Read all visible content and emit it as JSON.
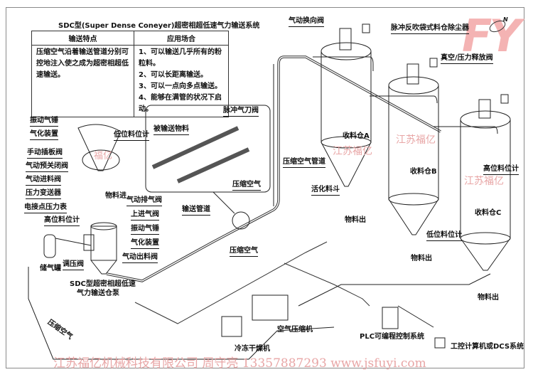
{
  "spec": {
    "title": "SDC型(Super Dense Coneyer)超密相超低速气力输送系统",
    "columns": [
      "输送特点",
      "应用场合"
    ],
    "features": "压缩空气沿着输送管道分别可控地注入使之成为超密相超低速输送。",
    "applications": [
      "1、可以输送几乎所有的粉粒料。",
      "2、可以长距离输送。",
      "3、可以一点向多点输送。",
      "4、能够在满管的状况下启动。"
    ]
  },
  "logo": {
    "text": "FY",
    "color": "#f4b3b3"
  },
  "compass": {
    "label": "N"
  },
  "pump_labels": {
    "vibrator_hammer": "振动气锤",
    "aeration_device": "气化装置",
    "manual_gate_valve": "手动插板阀",
    "pneumatic_shutoff": "气动预关闭阀",
    "pneumatic_feed_valve": "气动进料阀",
    "pressure_transmitter": "压力变送器",
    "contact_pressure_gauge": "电接点压力表",
    "high_level_meter": "高位料位计",
    "air_tank": "储气罐",
    "regulator": "调压阀",
    "low_level_meter": "低位料位计",
    "material_in": "物料进",
    "exhaust_valve": "气动排气阀",
    "upper_air_valve": "上进气阀",
    "vibrator_hammer_2": "振动气锤",
    "aeration_device_2": "气化装置",
    "discharge_valve": "气动出料阀",
    "pump_name_line1": "SDC型超密相超低速",
    "pump_name_line2": "气力输送仓泵"
  },
  "inset": {
    "material": "被输送物料",
    "pulse_valve": "脉冲气刀阀",
    "compressed_air": "压缩空气"
  },
  "pipe_labels": {
    "conveying_pipe": "输送管道",
    "compressed_air": "压缩空气",
    "compressed_air_pipe": "压缩空气管道",
    "diverter_valve": "气动换向阀",
    "compressed_air_loop": "压缩空气"
  },
  "silos": {
    "dust_collector": "脉冲反吹袋式料仓除尘器",
    "relief_valve": "真空/压力释放阀",
    "silo_a": "收料仓A",
    "silo_b": "收料仓B",
    "silo_c": "收料仓C",
    "activation_hopper": "活化料斗",
    "high_level_meter": "高位料位计",
    "low_level_meter": "低位料位计",
    "material_out": "物料出"
  },
  "equipment": {
    "air_compressor": "空气压缩机",
    "dryer": "冷冻干燥机",
    "plc": "PLC可编程控制系统",
    "dcs": "工控计算机或DCS系统"
  },
  "watermarks": {
    "short": "江苏福亿",
    "fuyi": "福亿",
    "footer": "江苏福亿机械科技有限公司  周守亮  13357887293  www.jsfuyi.com",
    "color": "#e8a6a6"
  }
}
